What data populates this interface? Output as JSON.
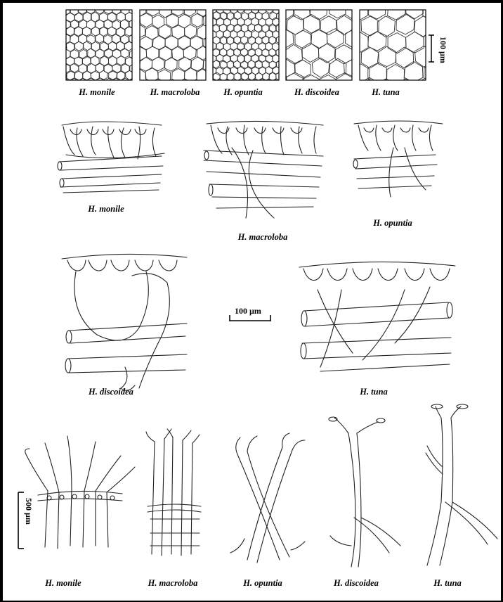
{
  "row1": {
    "captions": [
      "H. monile",
      "H. macroloba",
      "H. opuntia",
      "H. discoidea",
      "H. tuna"
    ],
    "scale_label": "100 µm"
  },
  "row2": {
    "captions": [
      "H. monile",
      "H. macroloba",
      "H. opuntia"
    ]
  },
  "row3": {
    "captions": [
      "H. discoidea",
      "H. tuna"
    ],
    "scale_label": "100 µm"
  },
  "row4": {
    "captions": [
      "H. monile",
      "H. macroloba",
      "H. opuntia",
      "H. discoidea",
      "H. tuna"
    ],
    "scale_label": "500 µm"
  }
}
